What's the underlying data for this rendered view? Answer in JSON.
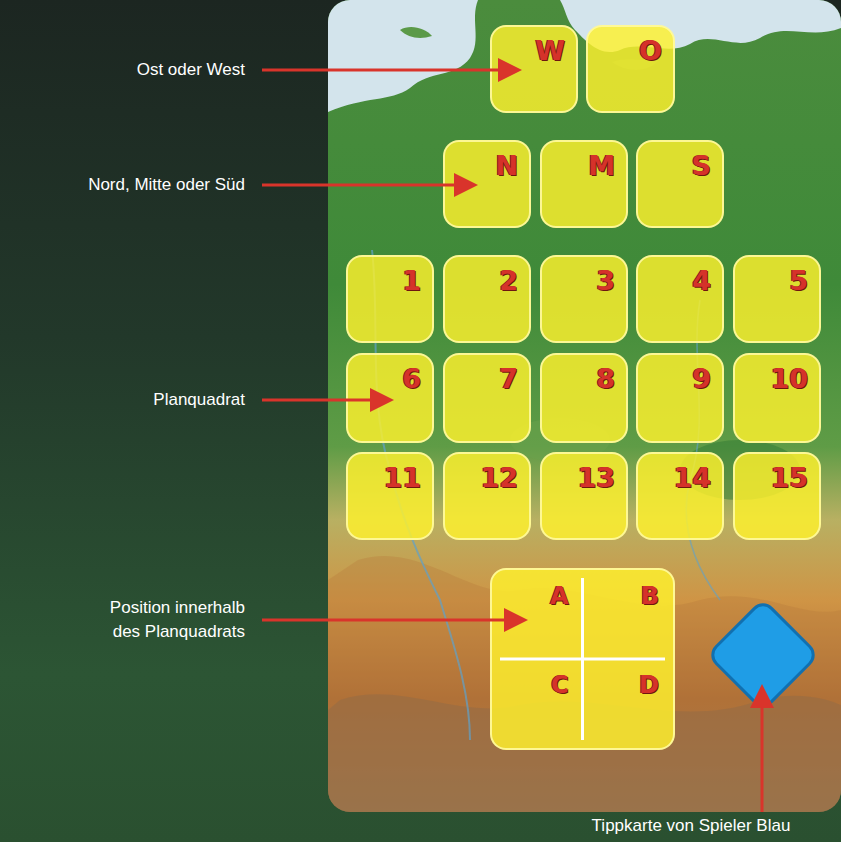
{
  "diagram": {
    "nodes": [
      {
        "text": [
          "W"
        ]
      },
      {
        "text": [
          "O"
        ]
      },
      {
        "text": [
          "N"
        ]
      },
      {
        "text": [
          "M"
        ]
      },
      {
        "text": [
          "S"
        ]
      },
      {
        "text": [
          "1"
        ]
      },
      {
        "text": [
          "2"
        ]
      },
      {
        "text": [
          "3"
        ]
      },
      {
        "text": [
          "4"
        ]
      },
      {
        "text": [
          "5"
        ]
      },
      {
        "text": [
          "6"
        ]
      },
      {
        "text": [
          "7"
        ]
      },
      {
        "text": [
          "8"
        ]
      },
      {
        "text": [
          "9"
        ]
      },
      {
        "text": [
          "10"
        ]
      },
      {
        "text": [
          "11"
        ]
      },
      {
        "text": [
          "12"
        ]
      },
      {
        "text": [
          "13"
        ]
      },
      {
        "text": [
          "14"
        ]
      },
      {
        "text": [
          "15"
        ]
      },
      {
        "text": [
          "A",
          "B",
          "C",
          "D"
        ]
      }
    ],
    "labels": [
      "Ost oder West",
      "Nord, Mitte oder Süd",
      "Planquadrat",
      "Position innerhalb des Planquadrats",
      "Tippkarte von Spieler Blau"
    ]
  }
}
